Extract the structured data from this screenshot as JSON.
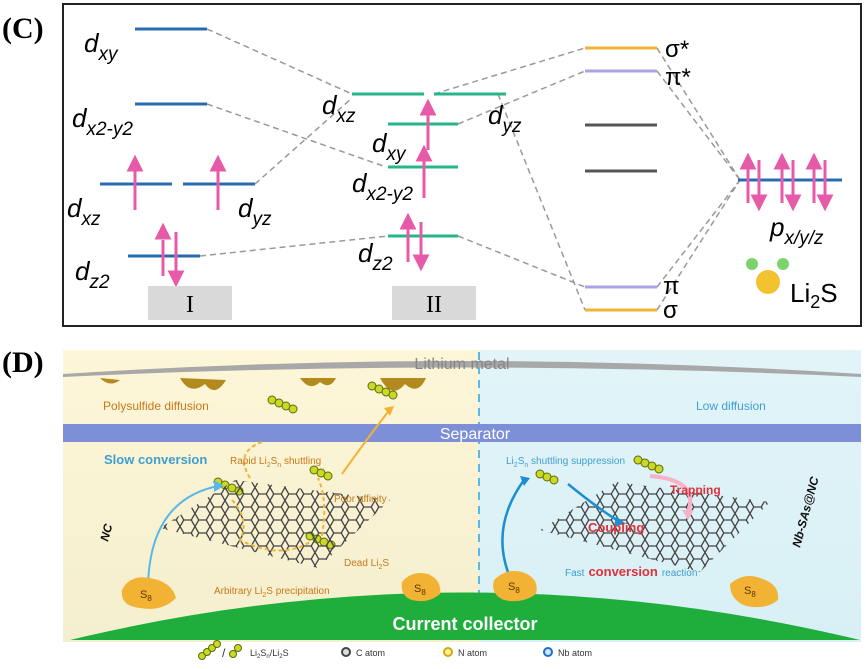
{
  "panel_c": {
    "label": "(C)",
    "orbitals_I": {
      "dxy": "d",
      "dxy_sub": "xy",
      "dx2y2": "d",
      "dx2y2_sub": "x2-y2",
      "dxz": "d",
      "dxz_sub": "xz",
      "dyz": "d",
      "dyz_sub": "yz",
      "dz2": "d",
      "dz2_sub": "z2",
      "box": "I"
    },
    "orbitals_II": {
      "dxz": "d",
      "dxz_sub": "xz",
      "dyz": "d",
      "dyz_sub": "yz",
      "dxy": "d",
      "dxy_sub": "xy",
      "dx2y2": "d",
      "dx2y2_sub": "x2-y2",
      "dz2": "d",
      "dz2_sub": "z2",
      "box": "II"
    },
    "mo": {
      "sigma_star": "σ*",
      "pi_star": "π*",
      "pi": "π",
      "sigma": "σ"
    },
    "li2s": {
      "p": "p",
      "p_sub": "x/y/z",
      "name_a": "Li",
      "name_sub": "2",
      "name_b": "S"
    },
    "colors": {
      "blue": "#2a6bb0",
      "green": "#27b58a",
      "orange": "#f2b233",
      "purple": "#a9a3e6",
      "gray": "#555555",
      "arrow": "#e75aa8"
    }
  },
  "panel_d": {
    "label": "(D)",
    "lithium": "Lithium metal",
    "separator": "Separator",
    "collector": "Current collector",
    "left": {
      "polysulfide": "Polysulfide diffusion",
      "slow": "Slow conversion",
      "rapid_a": "Rapid Li",
      "rapid_sub": "2",
      "rapid_b": "S",
      "rapid_sub2": "n",
      "rapid_c": " shuttling",
      "poor": "Poor affinity",
      "dead_a": "Dead Li",
      "dead_sub": "2",
      "dead_b": "S",
      "arbitrary_a": "Arbitrary Li",
      "arbitrary_sub": "2",
      "arbitrary_b": "S precipitation",
      "nc": "NC",
      "s8": "S",
      "s8_sub": "8"
    },
    "right": {
      "low": "Low diffusion",
      "supp_a": "Li",
      "supp_sub": "2",
      "supp_b": "S",
      "supp_sub2": "n",
      "supp_c": " shuttling suppression",
      "trapping": "Trapping",
      "coupling": "Coupling",
      "fast": "Fast",
      "conversion": "conversion",
      "reaction": "reaction",
      "nbsas": "Nb-SAs@NC",
      "s8": "S",
      "s8_sub": "8"
    },
    "legend": {
      "slash": "/",
      "lis_a": "Li",
      "lis_sub": "2",
      "lis_b": "S",
      "lis_sub2": "n",
      "lis_c": "/Li",
      "lis_sub3": "2",
      "lis_d": "S",
      "c_atom": "C atom",
      "n_atom": "N atom",
      "nb_atom": "Nb atom"
    }
  }
}
